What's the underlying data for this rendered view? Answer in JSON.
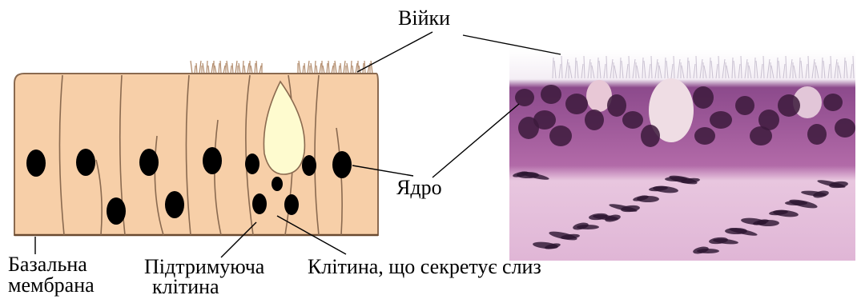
{
  "labels": {
    "cilia": "Війки",
    "nucleus": "Ядро",
    "basal_membrane_line1": "Базальна",
    "basal_membrane_line2": "мембрана",
    "supporting_cell_line1": "Підтримуюча",
    "supporting_cell_line2": "клітина",
    "goblet_cell": "Клітина, що секретує слиз"
  },
  "colors": {
    "cell_fill": "#f7cfa8",
    "cell_outline": "#8a6a50",
    "goblet_fill": "#fefbcf",
    "nucleus": "#000000",
    "histology_base": "#e3b8d6",
    "histology_dark": "#3c1a3c"
  }
}
